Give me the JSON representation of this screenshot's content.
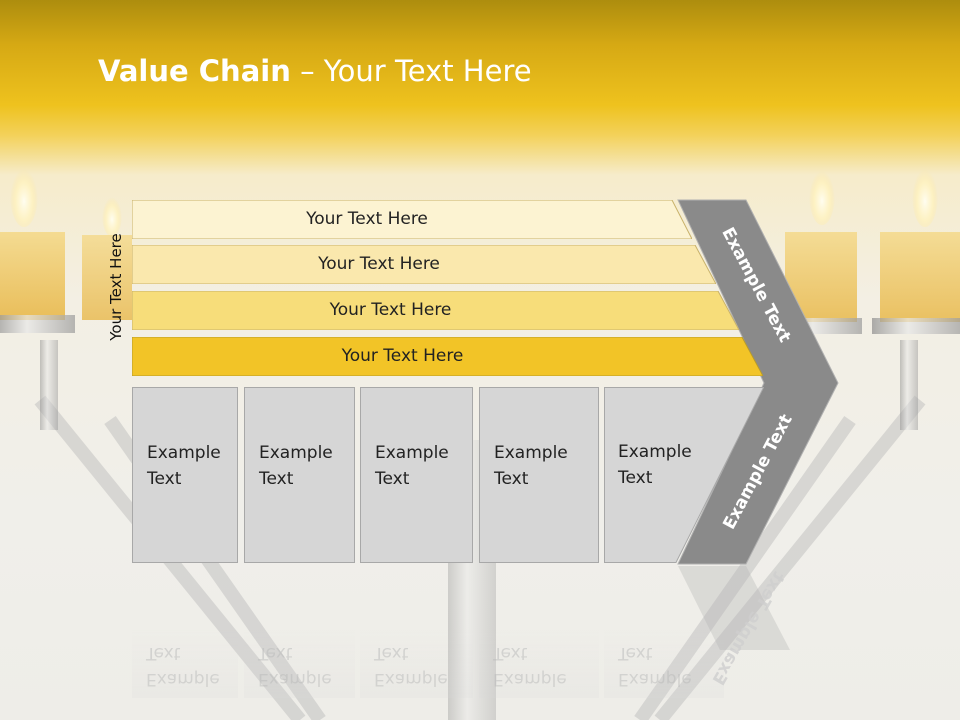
{
  "title": {
    "bold": "Value Chain",
    "rest": " – Your Text Here"
  },
  "side_label": "Your Text Here",
  "bands": [
    {
      "label": "Your Text Here",
      "color": "#fcf3d2"
    },
    {
      "label": "Your Text Here",
      "color": "#fae8ad"
    },
    {
      "label": "Your Text Here",
      "color": "#f7dd7a"
    },
    {
      "label": "Your Text Here",
      "color": "#f2c427"
    }
  ],
  "boxes": [
    {
      "line1": "Example",
      "line2": "Text"
    },
    {
      "line1": "Example",
      "line2": "Text"
    },
    {
      "line1": "Example",
      "line2": "Text"
    },
    {
      "line1": "Example",
      "line2": "Text"
    },
    {
      "line1": "Example",
      "line2": "Text"
    }
  ],
  "chevron": {
    "upper_label": "Example Text",
    "lower_label": "Example Text",
    "color": "#8a8a8a"
  }
}
